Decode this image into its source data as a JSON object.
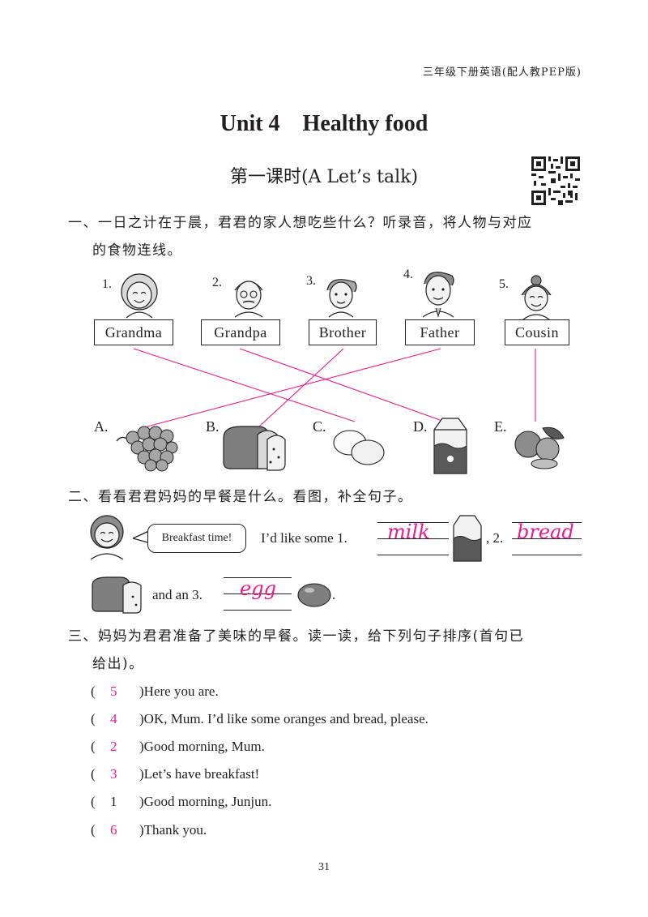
{
  "header": {
    "book_note": "三年级下册英语(配人教PEP版)"
  },
  "unit_title": "Unit 4　Healthy food",
  "lesson_title": "第一课时(A Let’s talk)",
  "section1": {
    "line1": "一、一日之计在于晨，君君的家人想吃些什么？听录音，将人物与对应",
    "line2": "的食物连线。",
    "people": [
      {
        "num": "1.",
        "name": "Grandma"
      },
      {
        "num": "2.",
        "name": "Grandpa"
      },
      {
        "num": "3.",
        "name": "Brother"
      },
      {
        "num": "4.",
        "name": "Father"
      },
      {
        "num": "5.",
        "name": "Cousin"
      }
    ],
    "foods": [
      {
        "letter": "A.",
        "icon": "grapes-icon"
      },
      {
        "letter": "B.",
        "icon": "bread-icon"
      },
      {
        "letter": "C.",
        "icon": "eggs-icon"
      },
      {
        "letter": "D.",
        "icon": "milk-carton-icon"
      },
      {
        "letter": "E.",
        "icon": "fruits-icon"
      }
    ],
    "matches": [
      {
        "person": "Grandma",
        "food": "C."
      },
      {
        "person": "Grandpa",
        "food": "D."
      },
      {
        "person": "Brother",
        "food": "B."
      },
      {
        "person": "Father",
        "food": "A."
      },
      {
        "person": "Cousin",
        "food": "E."
      }
    ]
  },
  "section2": {
    "instruction": "二、看看君君妈妈的早餐是什么。看图，补全句子。",
    "bubble": "Breakfast time!",
    "sentence_start": "I’d like some 1.",
    "answer1": "milk",
    "sep": ", 2.",
    "answer2": "bread",
    "and_text": "and an 3.",
    "answer3": "egg",
    "period": "."
  },
  "section3": {
    "line1": "三、妈妈为君君准备了美味的早餐。读一读，给下列句子排序(首句已",
    "line2": "给出)。",
    "rows": [
      {
        "order": "5",
        "text": ")Here you are."
      },
      {
        "order": "4",
        "text": ")OK, Mum. I’d like some oranges and bread, please."
      },
      {
        "order": "2",
        "text": ")Good morning, Mum."
      },
      {
        "order": "3",
        "text": ")Let’s have breakfast!"
      },
      {
        "order": "1",
        "text": ")Good morning, Junjun."
      },
      {
        "order": "6",
        "text": ")Thank you."
      }
    ]
  },
  "page_number": "31",
  "colors": {
    "answer": "#ec1c8e",
    "text": "#231f20"
  }
}
